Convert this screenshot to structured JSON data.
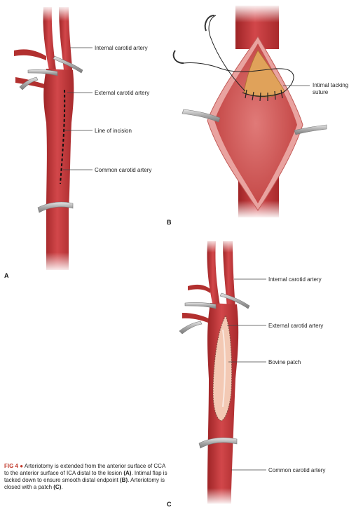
{
  "panels": {
    "a": {
      "letter": "A",
      "labels": {
        "internal": "Internal carotid artery",
        "external": "External carotid artery",
        "incision": "Line of incision",
        "common": "Common carotid artery"
      }
    },
    "b": {
      "letter": "B",
      "labels": {
        "tacking_line1": "Intimal tacking",
        "tacking_line2": "suture"
      }
    },
    "c": {
      "letter": "C",
      "labels": {
        "internal": "Internal carotid artery",
        "external": "External carotid artery",
        "patch": "Bovine patch",
        "common": "Common carotid artery"
      }
    }
  },
  "caption": {
    "fig": "FIG 4",
    "bullet": "●",
    "part1": " Arteriotomy is extended from the anterior surface of CCA to the anterior surface of ICA distal to the lesion ",
    "refA": "(A)",
    "part2": ". Intimal flap is tacked down to ensure smooth distal endpoint ",
    "refB": "(B)",
    "part3": ". Arteriotomy is closed with a patch ",
    "refC": "(C)",
    "part4": "."
  },
  "colors": {
    "artery": "#c8393b",
    "artery_dark": "#9e2426",
    "artery_light": "#e57373",
    "patch": "#f3c9b4",
    "plaque": "#e0a25a",
    "clamp": "#b0b0b0",
    "caption_accent": "#c0392b"
  }
}
